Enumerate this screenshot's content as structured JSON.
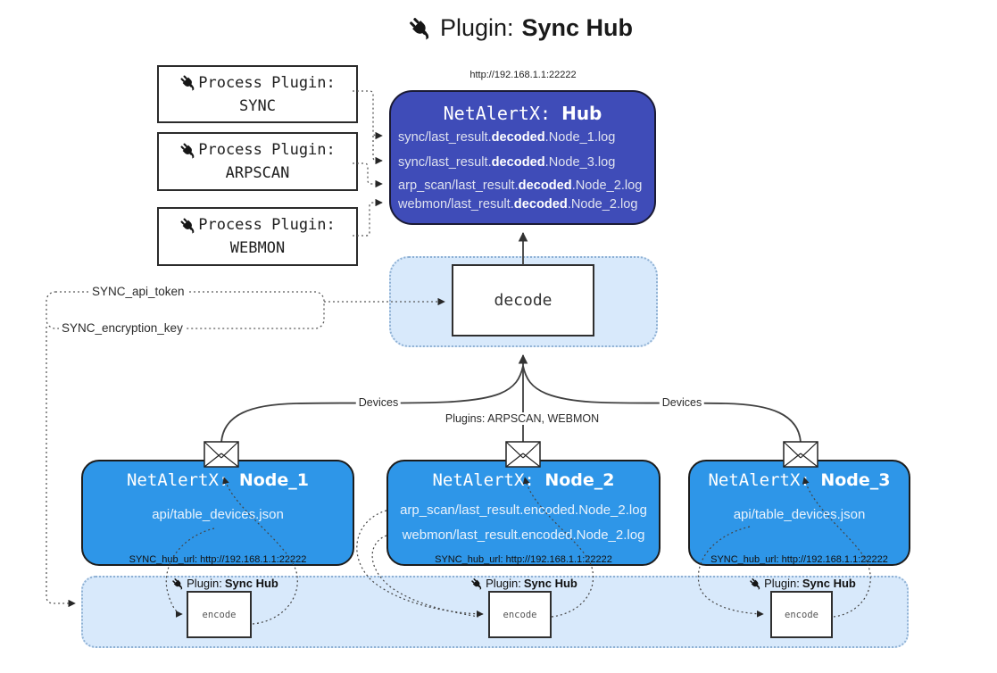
{
  "title": {
    "prefix": "Plugin:",
    "name": "Sync Hub"
  },
  "hub": {
    "url": "http://192.168.1.1:22222",
    "title_prefix": "NetAlertX:",
    "title_name": "Hub",
    "logs": [
      {
        "pre": "sync/last_result.",
        "bold": "decoded",
        "post": ".Node_1.log"
      },
      {
        "pre": "sync/last_result.",
        "bold": "decoded",
        "post": ".Node_3.log"
      },
      {
        "pre": "arp_scan/last_result.",
        "bold": "decoded",
        "post": ".Node_2.log"
      },
      {
        "pre": "webmon/last_result.",
        "bold": "decoded",
        "post": ".Node_2.log"
      }
    ]
  },
  "process_plugins": [
    {
      "label": "Process Plugin:",
      "name": "SYNC"
    },
    {
      "label": "Process Plugin:",
      "name": "ARPSCAN"
    },
    {
      "label": "Process Plugin:",
      "name": "WEBMON"
    }
  ],
  "decode_label": "decode",
  "config": {
    "api_token": "SYNC_api_token",
    "encryption_key": "SYNC_encryption_key"
  },
  "edge_labels": {
    "devices_left": "Devices",
    "plugins_mid": "Plugins: ARPSCAN, WEBMON",
    "devices_right": "Devices"
  },
  "nodes": [
    {
      "title_prefix": "NetAlertX:",
      "title_name": "Node_1",
      "files": [
        "api/table_devices.json"
      ],
      "hub_url": "SYNC_hub_url: http://192.168.1.1:22222"
    },
    {
      "title_prefix": "NetAlertX:",
      "title_name": "Node_2",
      "files": [
        "arp_scan/last_result.encoded.Node_2.log",
        "webmon/last_result.encoded.Node_2.log"
      ],
      "hub_url": "SYNC_hub_url: http://192.168.1.1:22222"
    },
    {
      "title_prefix": "NetAlertX:",
      "title_name": "Node_3",
      "files": [
        "api/table_devices.json"
      ],
      "hub_url": "SYNC_hub_url: http://192.168.1.1:22222"
    }
  ],
  "encode_sections": [
    {
      "plugin_label": "Plugin:",
      "plugin_name": "Sync Hub",
      "box_label": "encode"
    },
    {
      "plugin_label": "Plugin:",
      "plugin_name": "Sync Hub",
      "box_label": "encode"
    },
    {
      "plugin_label": "Plugin:",
      "plugin_name": "Sync Hub",
      "box_label": "encode"
    }
  ],
  "colors": {
    "hub_fill": "#3f4cb8",
    "hub_border": "#1b1b35",
    "hub_log_text": "#dfe2ef",
    "node_fill": "#2e96e8",
    "node_file_text": "#e9f2fc",
    "container_fill": "#d8e9fb",
    "container_border": "#8fb1d4",
    "line": "#404040",
    "dotted": "#5a5a5a"
  }
}
